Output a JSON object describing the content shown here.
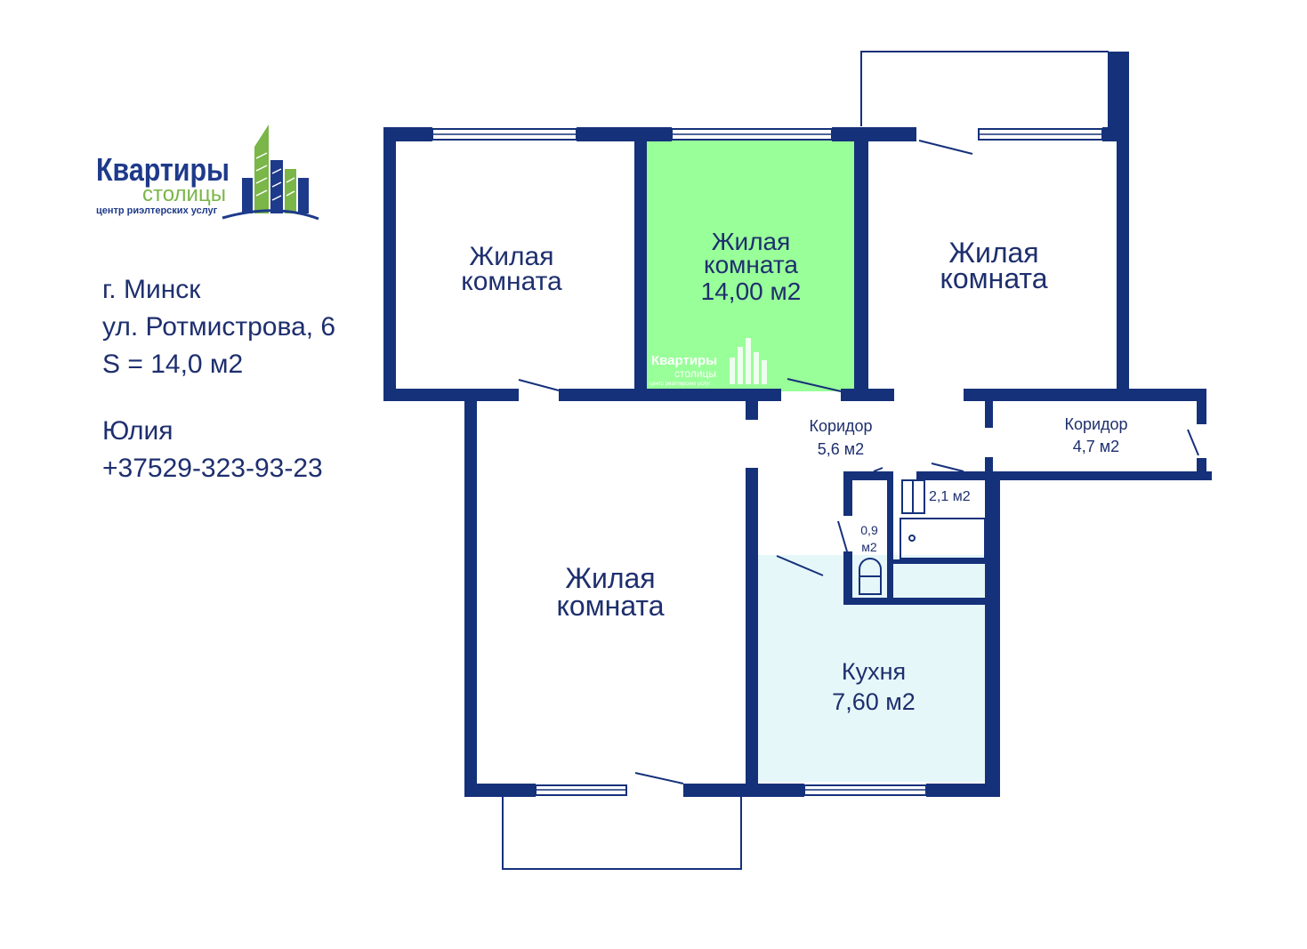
{
  "logo": {
    "brand_line1": "Квартиры",
    "brand_line2": "столицы",
    "tagline": "центр риэлтерских услуг",
    "colors": {
      "navy": "#1e3a8a",
      "green": "#7ab648"
    }
  },
  "listing": {
    "city": "г. Минск",
    "street": "ул. Ротмистрова, 6",
    "area": "S = 14,0 м2",
    "agent_name": "Юлия",
    "phone": "+37529-323-93-23"
  },
  "rooms": {
    "room_top_left": {
      "line1": "Жилая",
      "line2": "комната"
    },
    "room_selected": {
      "line1": "Жилая",
      "line2": "комната",
      "line3": "14,00 м2"
    },
    "room_top_right": {
      "line1": "Жилая",
      "line2": "комната"
    },
    "room_large": {
      "line1": "Жилая",
      "line2": "комната"
    },
    "kitchen": {
      "line1": "Кухня",
      "line2": "7,60 м2"
    },
    "corridor_main": {
      "line1": "Коридор",
      "line2": "5,6 м2"
    },
    "corridor_side": {
      "line1": "Коридор",
      "line2": "4,7 м2"
    },
    "bathroom": {
      "label": "2,1 м2"
    },
    "toilet": {
      "line1": "0,9",
      "line2": "м2"
    }
  },
  "colors": {
    "wall": "#15317a",
    "selected_room": "#99ff99",
    "kitchen": "#e6f7f9",
    "text": "#1e2f6e"
  }
}
